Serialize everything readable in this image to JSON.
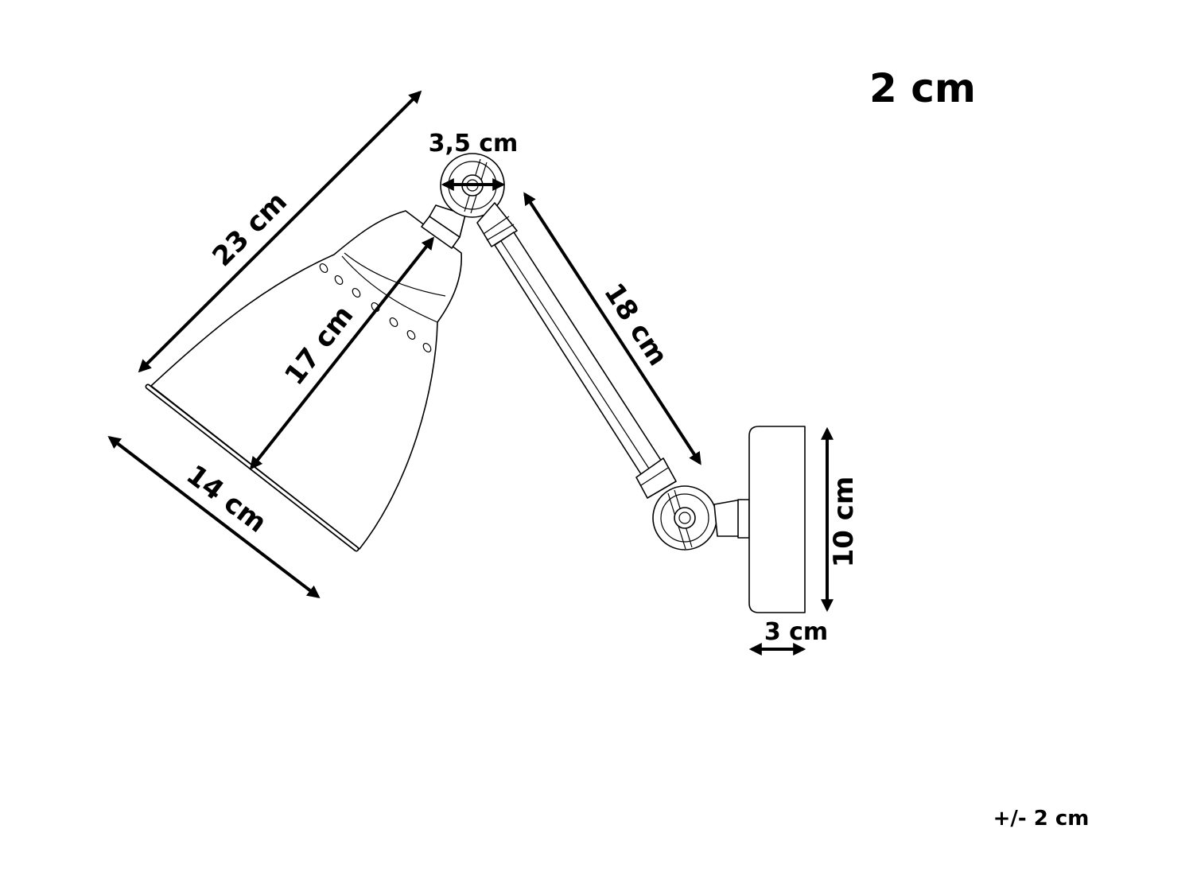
{
  "scale_note": "2 cm",
  "tolerance_note": "+/- 2 cm",
  "colors": {
    "line": "#000000",
    "background": "#ffffff"
  },
  "dimensions": {
    "shade_length": "23 cm",
    "joint_diameter": "3,5 cm",
    "shade_depth": "17 cm",
    "shade_opening": "14 cm",
    "arm_length": "18 cm",
    "backplate_height": "10 cm",
    "backplate_depth": "3 cm"
  }
}
